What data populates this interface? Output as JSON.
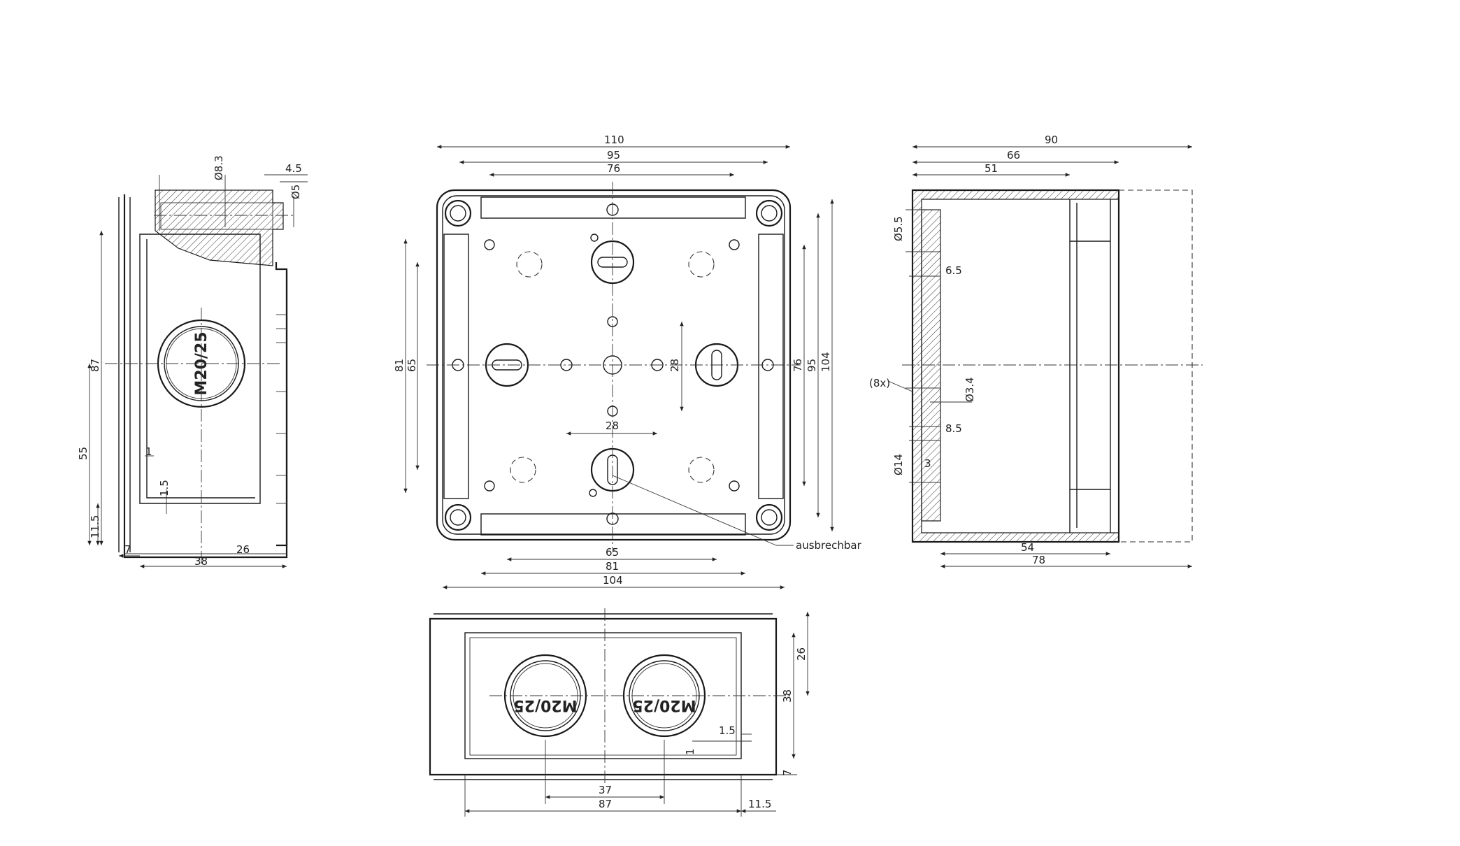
{
  "dimensions": {
    "side_left": {
      "d8_3": "Ø8.3",
      "d4_5": "4.5",
      "d5": "Ø5",
      "h87": "87",
      "h55": "55",
      "h11_5": "11.5",
      "w1": "1",
      "w1_5": "1.5",
      "w7": "7",
      "w26": "26",
      "w38": "38",
      "gland": "M20/25"
    },
    "top_view": {
      "w110": "110",
      "w95": "95",
      "w76": "76",
      "h81": "81",
      "h65": "65",
      "h28": "28",
      "w28": "28",
      "h76": "76",
      "h95": "95",
      "h104": "104",
      "b65": "65",
      "b81": "81",
      "b104": "104",
      "ausbrechbar": "ausbrechbar"
    },
    "right_view": {
      "w90": "90",
      "w66": "66",
      "w51": "51",
      "d5_5": "Ø5.5",
      "d6_5": "6.5",
      "x8": "(8x)",
      "d3_4": "Ø3.4",
      "d8_5": "8.5",
      "d14": "Ø14",
      "d3": "3",
      "w54": "54",
      "w78": "78"
    },
    "front_view": {
      "h26": "26",
      "h38": "38",
      "d1_5": "1.5",
      "d1": "1",
      "d7": "7",
      "w37": "37",
      "w87": "87",
      "w11_5": "11.5",
      "gland": "M20/25"
    }
  }
}
